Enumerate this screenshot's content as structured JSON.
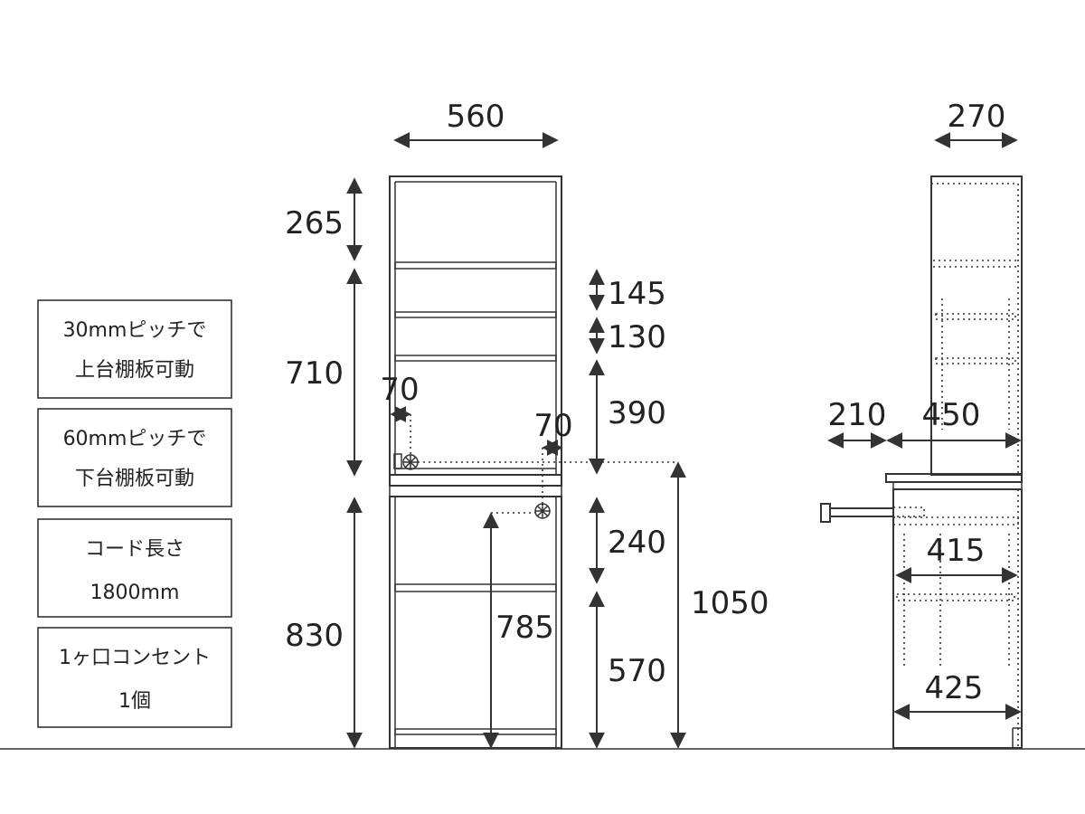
{
  "front_view": {
    "width": "560",
    "top_section": "265",
    "middle_section": "710",
    "lower_section": "830",
    "shelf_gap_1": "145",
    "shelf_gap_2": "130",
    "counter_gap": "390",
    "lower_gap_1": "240",
    "lower_gap_2": "570",
    "outlet_offset_upper": "70",
    "outlet_offset_lower": "70",
    "outlet_height_lower": "785",
    "outlet_height_upper": "1050"
  },
  "side_view": {
    "depth": "270",
    "slide_extension": "210",
    "counter_depth": "450",
    "inner_depth_1": "415",
    "inner_depth_2": "425"
  },
  "notes": [
    {
      "line1": "30mmピッチで",
      "line2": "上台棚板可動"
    },
    {
      "line1": "60mmピッチで",
      "line2": "下台棚板可動"
    },
    {
      "line1": "コード長さ",
      "line2": "1800mm"
    },
    {
      "line1": "1ヶ口コンセント",
      "line2": "1個"
    }
  ]
}
